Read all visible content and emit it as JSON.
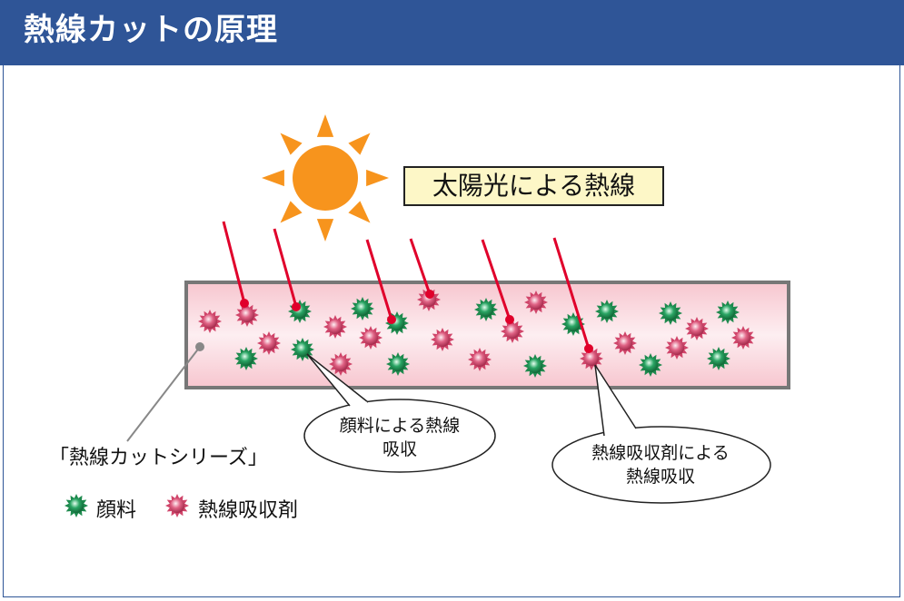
{
  "header": {
    "title": "熱線カットの原理"
  },
  "sun_label": "太陽光による熱線",
  "film_label": "「熱線カットシリーズ」",
  "callouts": {
    "pigment": {
      "line1": "顔料による熱線",
      "line2": "吸収"
    },
    "absorber": {
      "line1": "熱線吸収剤による",
      "line2": "熱線吸収"
    }
  },
  "legend": {
    "pigment": "顔料",
    "absorber": "熱線吸収剤"
  },
  "colors": {
    "header_bg": "#2f5597",
    "sun": "#f7941d",
    "ray": "#e0002b",
    "pigment": "#1e8a4e",
    "absorber": "#d0456a",
    "film_edge": "#777777",
    "label_bg": "#fdf7c7"
  }
}
